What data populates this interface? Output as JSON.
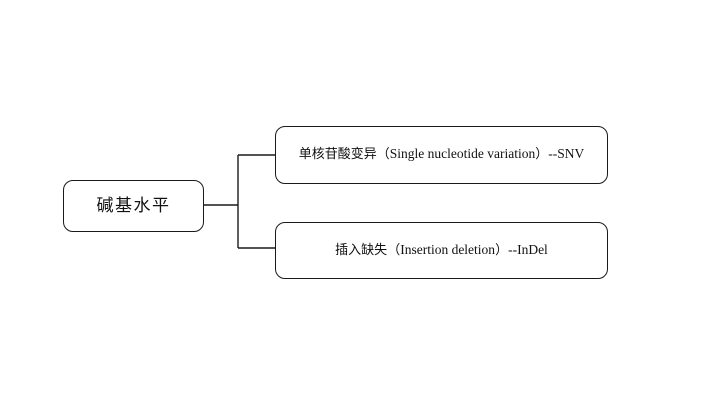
{
  "diagram": {
    "background_color": "#ffffff",
    "line_color": "#1a1a1a",
    "text_color": "#111111",
    "root": {
      "label": "碱基水平"
    },
    "children": [
      {
        "id": "snv",
        "cjk_term": "单核苷酸变异",
        "open_paren": "（",
        "english_term": "Single nucleotide variation",
        "close_paren": "）",
        "abbreviation": "--SNV",
        "full_label": "单核苷酸变异（Single nucleotide variation）--SNV"
      },
      {
        "id": "indel",
        "cjk_term": "插入缺失",
        "open_paren": "（",
        "english_term": "Insertion deletion",
        "close_paren": "）",
        "abbreviation": "--InDel",
        "full_label": "插入缺失（Insertion deletion）--InDel"
      }
    ]
  }
}
